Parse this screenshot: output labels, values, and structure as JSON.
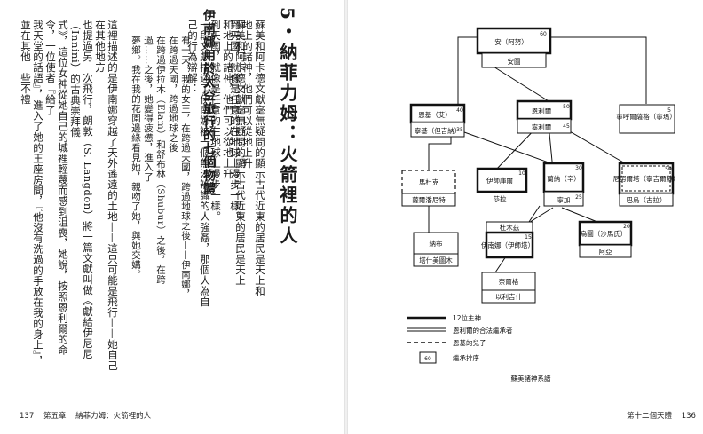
{
  "left_page": {
    "body_paragraphs_right": [
      "蘇美和阿卡德文獻毫無疑問的顯示古代近東的居民是天上和地上的諸神，他們可以從地上升",
      "到天國，就像是任意的在地球上漫步一樣。"
    ],
    "section_number": "5・",
    "section_title": "納菲力姆：火箭裡的人",
    "left_body": [
      "這裡描述的是伊南娜穿越了天外遙遠的土地——這只可能是飛行——她自己在其他地方",
      "也提過另一次飛行，朗敦（S. Langdon）將一篇文獻叫做《獻給伊尼尼（Innini）的古典崇拜儀",
      "式》，這位女神從她自己的城裡輕蔑而感到沮喪，她說，按照恩利爾的命令，一位使者『給了",
      "我天堂的話語』，進入了她的王座房間，『他沒有洗過的手放在我的身上』，並在其他一些不禮"
    ],
    "subtitle": "伊南娜用於太空旅行的七個物體",
    "intro": "一段文獻描述了伊南娜被一個無法辨識的人強姦，那個人為自己的行為辯解：",
    "quote_lines": [
      "有一天，我的女王，在跨過天國，跨過地球之後——伊南娜，在跨過天國，跨過地球之後",
      "在跨過伊拉木（Elam）和舒布林（Shubur）之後，在跨過……之後，她變得疲憊，進入了",
      "夢鄉。我在我的花園邊緣看見她，親吻了她，與她交媾。"
    ],
    "footer": {
      "page_number": "137",
      "chapter": "第五章",
      "running_title": "納菲力姆：火箭裡的人"
    }
  },
  "right_page": {
    "footer": {
      "running_title": "第十二個天體",
      "page_number": "136"
    },
    "diagram": {
      "caption": "蘇美諸神系譜",
      "nodes": [
        {
          "id": "an",
          "label": "安（阿努）",
          "number": "60"
        },
        {
          "id": "antu",
          "label": "安圖"
        },
        {
          "id": "enki",
          "label": "恩基（艾）",
          "number": "40"
        },
        {
          "id": "ninki",
          "label": "寧基（但吉納）",
          "number": "35"
        },
        {
          "id": "enlil",
          "label": "恩利爾",
          "number": "50"
        },
        {
          "id": "ninlil",
          "label": "寧利爾",
          "number": "45"
        },
        {
          "id": "ninhursag",
          "label": "寧呼爾薩格（寧瑪）",
          "number": "5"
        },
        {
          "id": "marduk",
          "label": "馬杜克"
        },
        {
          "id": "sarpanit",
          "label": "薩爾潘尼特"
        },
        {
          "id": "ishkur",
          "label": "伊師庫爾",
          "number": "10"
        },
        {
          "id": "shala",
          "label": "莎拉"
        },
        {
          "id": "nannar",
          "label": "蘭納（辛）",
          "number": "30"
        },
        {
          "id": "ningal",
          "label": "寧加",
          "number": "25"
        },
        {
          "id": "ninurta",
          "label": "尼努爾塔（寧吉爾蘇）",
          "number": "50"
        },
        {
          "id": "bau",
          "label": "巴烏（古拉）"
        },
        {
          "id": "nabu",
          "label": "納布"
        },
        {
          "id": "tashmetum",
          "label": "塔什美圖木"
        },
        {
          "id": "dumuzi",
          "label": "杜木茲"
        },
        {
          "id": "inanna",
          "label": "伊南娜（伊師塔）",
          "number": "15"
        },
        {
          "id": "utu",
          "label": "烏圖（沙馬氏）",
          "number": "20"
        },
        {
          "id": "aya",
          "label": "阿亞"
        },
        {
          "id": "nergal",
          "label": "奈爾格"
        },
        {
          "id": "ereshkigal",
          "label": "以利吉什"
        }
      ],
      "legend": [
        {
          "style": "thick",
          "label": "12位主神"
        },
        {
          "style": "double",
          "label": "恩利爾的合法繼承者"
        },
        {
          "style": "dashed",
          "label": "恩基的兒子"
        },
        {
          "style": "box",
          "box_number": "60",
          "label": "繼承排序"
        }
      ]
    }
  }
}
